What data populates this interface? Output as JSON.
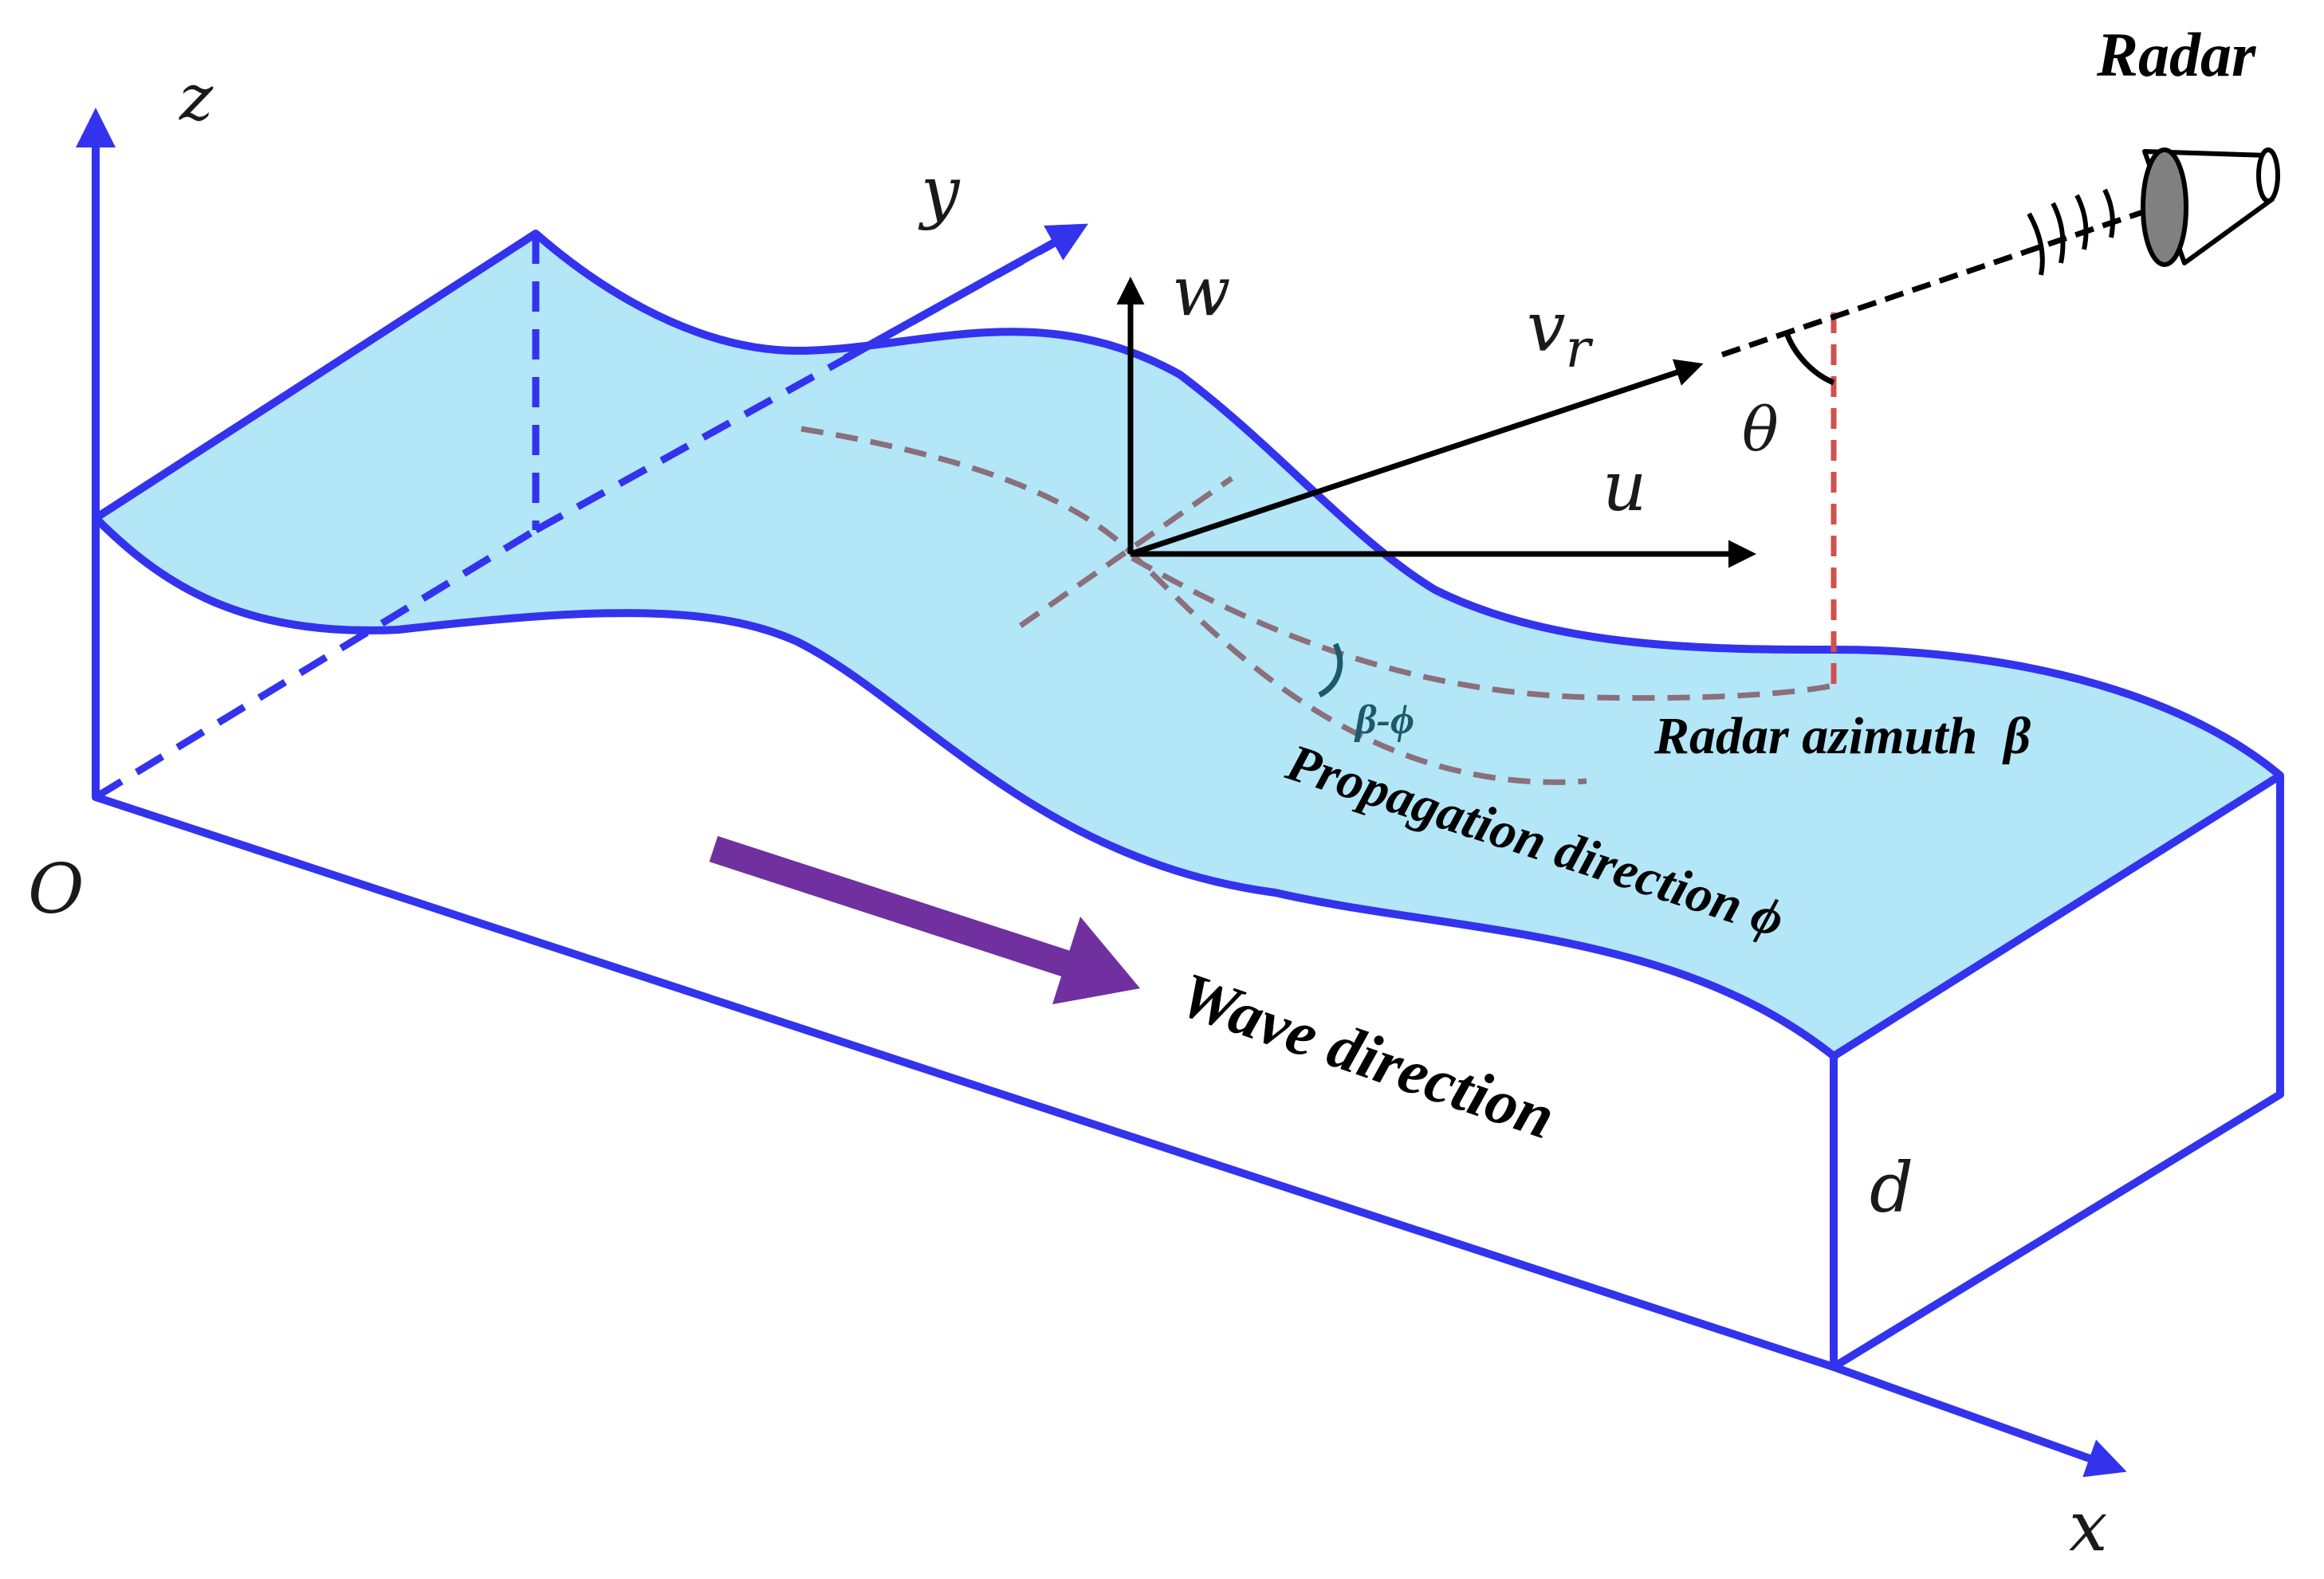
{
  "labels": {
    "z_axis": "z",
    "y_axis": "y",
    "x_axis": "x",
    "origin": "O",
    "vertical_velocity": "w",
    "horizontal_velocity": "u",
    "radial_velocity_base": "v",
    "radial_velocity_sub": "r",
    "incidence_angle": "θ",
    "radar": "Radar",
    "radar_azimuth": "Radar azimuth  β",
    "angle_difference": "β-ϕ",
    "propagation_direction": "Propagation direction ϕ",
    "wave_direction": "Wave direction",
    "depth": "d"
  },
  "colors": {
    "axis_blue": "#3333ee",
    "water_fill": "#b3e6f7",
    "wave_arrow": "#7030a0",
    "dashed_guides": "#8b6f7a",
    "radar_vertical": "#d05050",
    "vector_black": "#000000",
    "angle_teal": "#1a5a6a",
    "radar_body": "#808080"
  },
  "icons": {
    "radar": "radar-horn-icon"
  }
}
